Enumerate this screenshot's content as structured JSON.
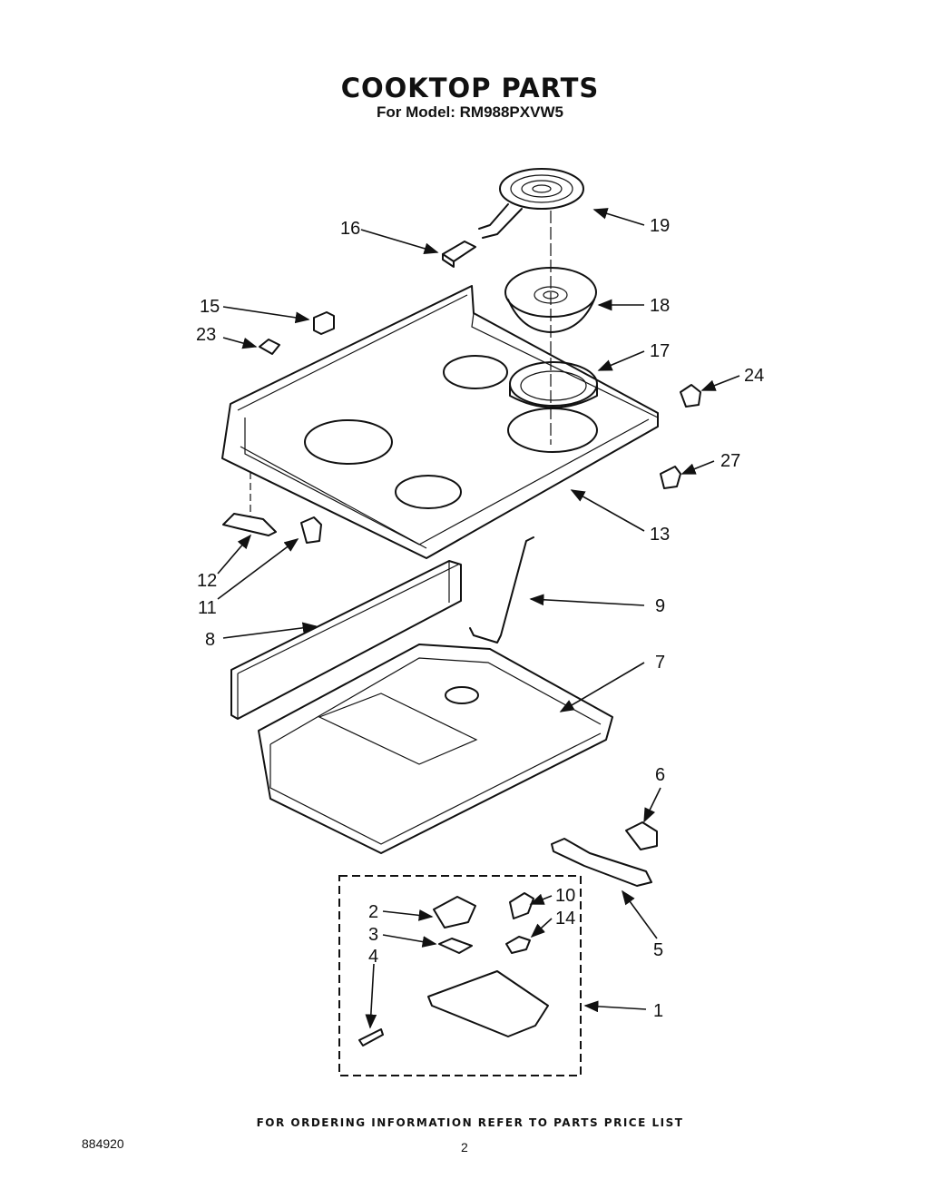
{
  "header": {
    "title": "COOKTOP PARTS",
    "subtitle": "For Model: RM988PXVW5"
  },
  "footer": {
    "ordering_note": "FOR ORDERING INFORMATION REFER TO PARTS PRICE LIST",
    "document_number": "884920",
    "page_number": "2"
  },
  "callouts": {
    "c1": "1",
    "c2": "2",
    "c3": "3",
    "c4": "4",
    "c5": "5",
    "c6": "6",
    "c7": "7",
    "c8": "8",
    "c9": "9",
    "c10": "10",
    "c11": "11",
    "c12": "12",
    "c13": "13",
    "c14": "14",
    "c15": "15",
    "c16": "16",
    "c17": "17",
    "c18": "18",
    "c19": "19",
    "c23": "23",
    "c24": "24",
    "c27": "27"
  }
}
